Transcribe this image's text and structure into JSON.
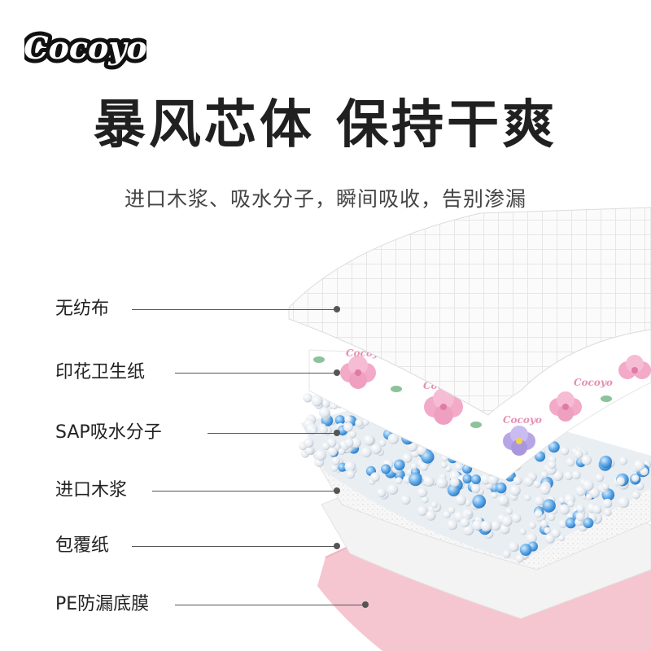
{
  "brand": {
    "logo_text": "Cocoyo"
  },
  "headline": "暴风芯体 保持干爽",
  "subheadline": "进口木浆、吸水分子，瞬间吸收，告别渗漏",
  "print_logo_text": "Cocoyo",
  "layers": [
    {
      "label": "无纺布"
    },
    {
      "label": "印花卫生纸"
    },
    {
      "label": "SAP吸水分子"
    },
    {
      "label": "进口木浆"
    },
    {
      "label": "包覆纸"
    },
    {
      "label": "PE防漏底膜"
    }
  ],
  "colors": {
    "title": "#202020",
    "subtitle": "#444444",
    "leader": "#555555",
    "pe_film": "#f6c6d0",
    "sap_blue": "#5aa6e6",
    "flower_pink": "#f3a9c8"
  },
  "icons": [
    "cocoyo-logo",
    "pink-flower",
    "purple-flower",
    "leaf",
    "sap-bead"
  ]
}
